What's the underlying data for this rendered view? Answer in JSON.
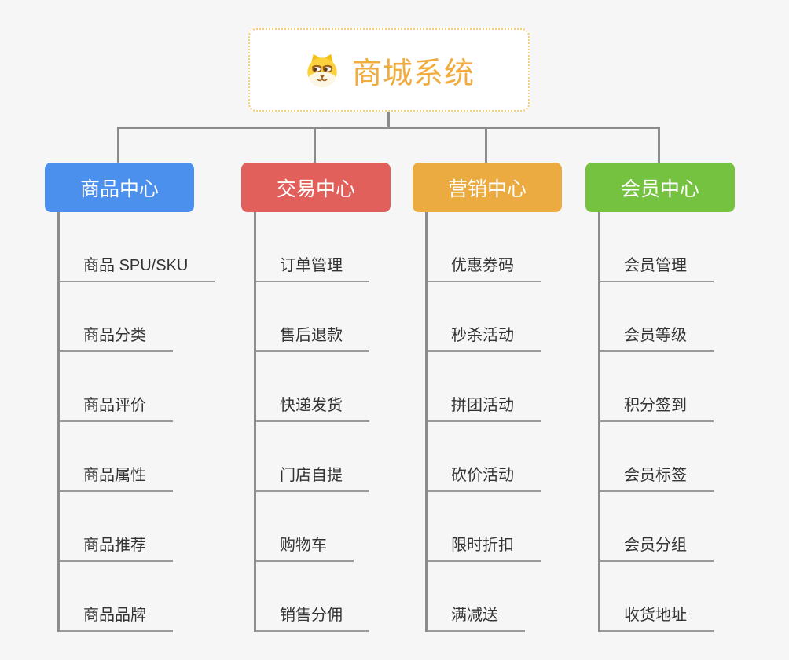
{
  "app": {
    "background_color": "#F6F6F7",
    "connector_color": "#8C8C8C",
    "underline_color": "#9A9A9A"
  },
  "root": {
    "title": "商城系统",
    "icon": "dog-face-icon",
    "title_color": "#F0AC3E",
    "border_color": "#F6CC7E"
  },
  "branches": [
    {
      "label": "商品中心",
      "color": "#4B90EC",
      "children": [
        "商品 SPU/SKU",
        "商品分类",
        "商品评价",
        "商品属性",
        "商品推荐",
        "商品品牌"
      ]
    },
    {
      "label": "交易中心",
      "color": "#E2605B",
      "children": [
        "订单管理",
        "售后退款",
        "快递发货",
        "门店自提",
        "购物车",
        "销售分佣"
      ]
    },
    {
      "label": "营销中心",
      "color": "#ECAB40",
      "children": [
        "优惠券码",
        "秒杀活动",
        "拼团活动",
        "砍价活动",
        "限时折扣",
        "满减送"
      ]
    },
    {
      "label": "会员中心",
      "color": "#74C23F",
      "children": [
        "会员管理",
        "会员等级",
        "积分签到",
        "会员标签",
        "会员分组",
        "收货地址"
      ]
    }
  ]
}
